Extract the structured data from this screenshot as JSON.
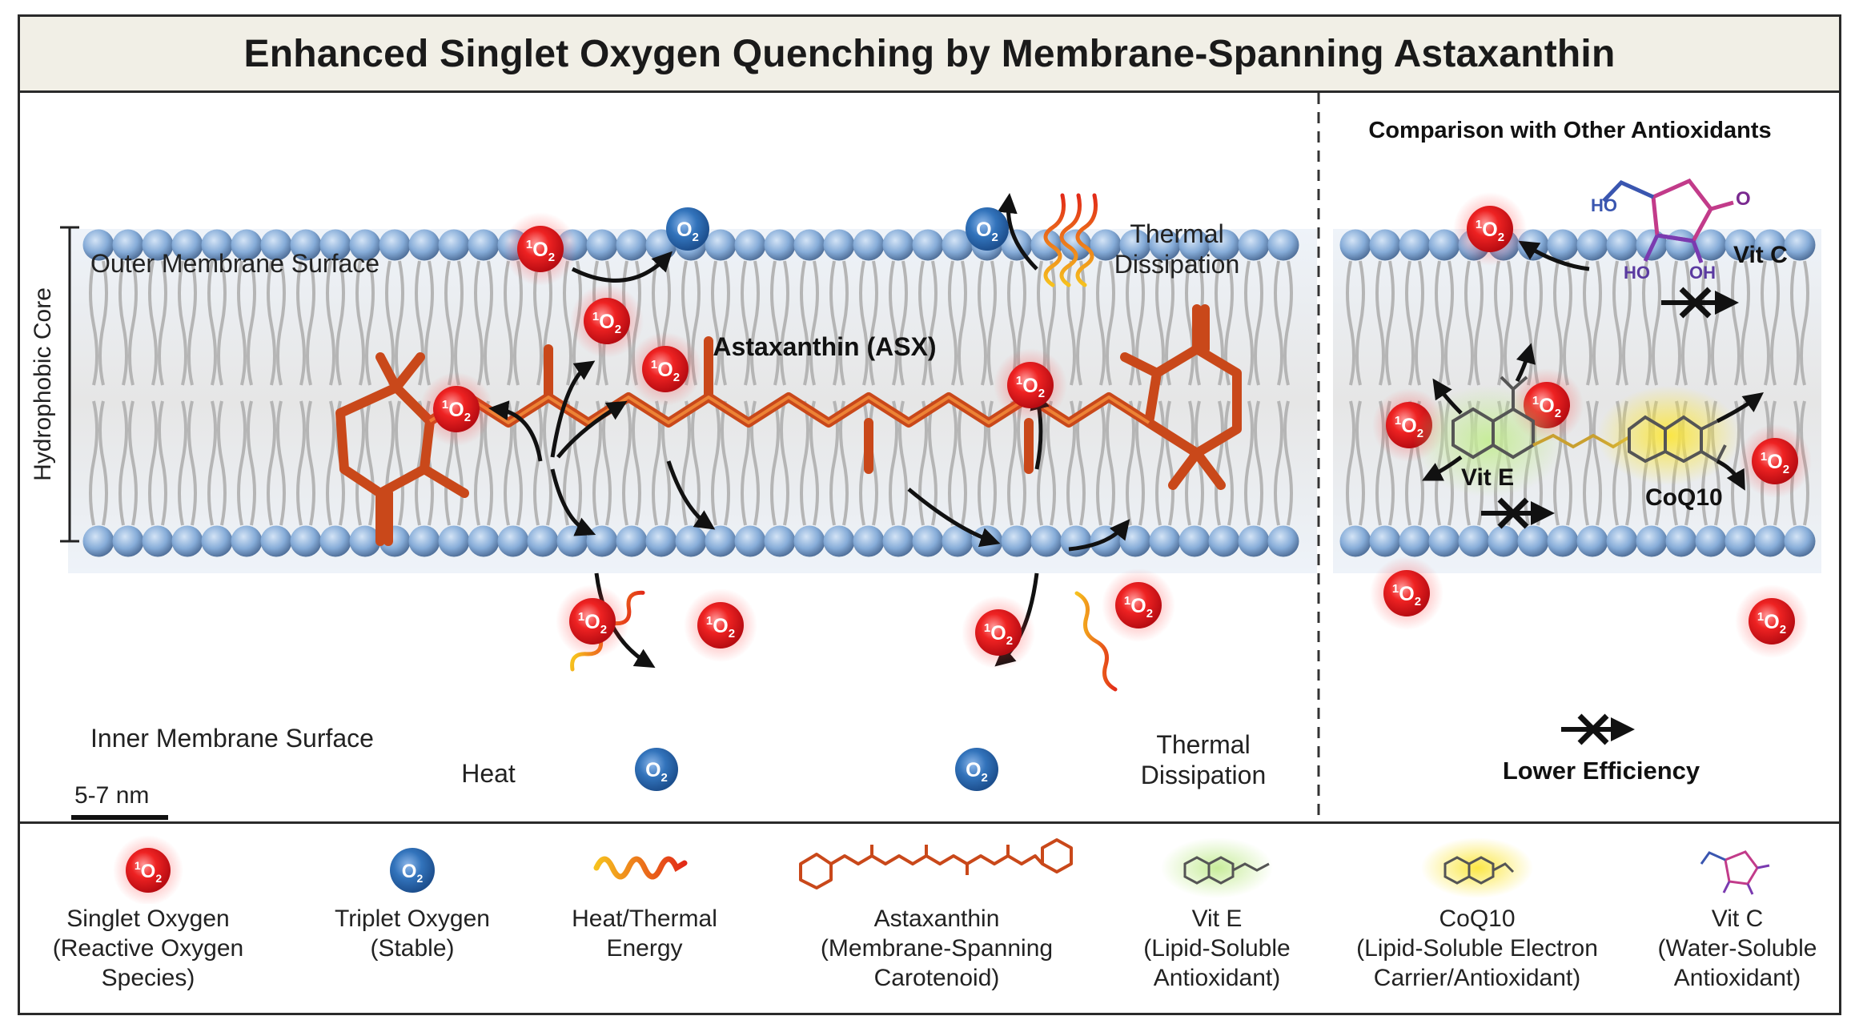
{
  "title": "Enhanced Singlet Oxygen Quenching by Membrane-Spanning Astaxanthin",
  "main_panel": {
    "outer_surface_label": "Outer Membrane Surface",
    "inner_surface_label": "Inner Membrane Surface",
    "core_label": "Hydrophobic Core",
    "asx_label": "Astaxanthin (ASX)",
    "thermal_label_top": [
      "Thermal",
      "Dissipation"
    ],
    "thermal_label_bottom": [
      "Thermal",
      "Dissipation"
    ],
    "heat_label": "Heat",
    "scale_label": "5-7 nm",
    "singlet_symbol": {
      "sup": "1",
      "main": "O",
      "sub": "2"
    },
    "triplet_symbol": {
      "main": "O",
      "sub": "2"
    }
  },
  "comparison_panel": {
    "heading": "Comparison with Other Antioxidants",
    "vit_c_label": "Vit C",
    "vit_e_label": "Vit E",
    "coq10_label": "CoQ10",
    "efficiency_label": "Lower Efficiency",
    "vit_c_groups": {
      "ho_left": "HO",
      "ho_bottom_left": "HO",
      "oh_bottom_right": "OH",
      "o": "O"
    }
  },
  "legend": {
    "items": [
      {
        "lines": [
          "Singlet Oxygen",
          "(Reactive Oxygen Species)"
        ]
      },
      {
        "lines": [
          "Triplet Oxygen",
          "(Stable)"
        ]
      },
      {
        "lines": [
          "Heat/Thermal",
          "Energy"
        ]
      },
      {
        "lines": [
          "Astaxanthin",
          "(Membrane-Spanning",
          "Carotenoid)"
        ]
      },
      {
        "lines": [
          "Vit E",
          "(Lipid-Soluble",
          "Antioxidant)"
        ]
      },
      {
        "lines": [
          "CoQ10",
          "(Lipid-Soluble Electron",
          "Carrier/Antioxidant)"
        ]
      },
      {
        "lines": [
          "Vit C",
          "(Water-Soluble",
          "Antioxidant)"
        ]
      }
    ]
  },
  "colors": {
    "singlet": "#e0121a",
    "triplet": "#2f6fb5",
    "lipid_head": "#7fa7d6",
    "tail": "#b9b9b9",
    "astaxanthin": "#d9531a",
    "heat_gradient": [
      "#f5b41a",
      "#e0301a"
    ],
    "vit_e_glow": "#b8e08a",
    "coq10_glow": "#f7e04a",
    "vit_c_ring": "#c23b8a"
  }
}
